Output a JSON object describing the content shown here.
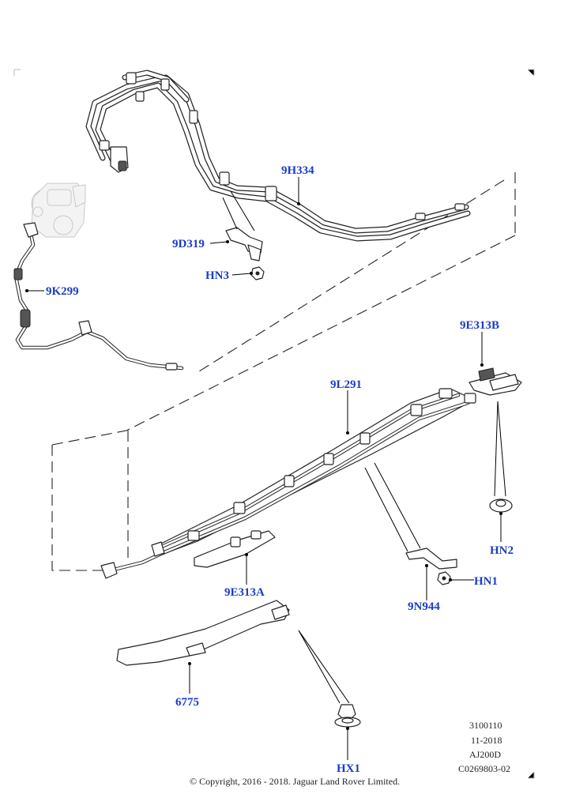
{
  "labels": {
    "p9H334": "9H334",
    "p9D319": "9D319",
    "pHN3": "HN3",
    "p9K299": "9K299",
    "p9E313B": "9E313B",
    "p9L291": "9L291",
    "pHN2": "HN2",
    "pHN1": "HN1",
    "p9N944": "9N944",
    "p9E313A": "9E313A",
    "p6775": "6775",
    "pHX1": "HX1"
  },
  "drawing_info": {
    "number": "3100110",
    "date": "11-2018",
    "model": "AJ200D",
    "ref": "C0269803-02"
  },
  "copyright": "© Copyright, 2016 - 2018. Jaguar Land Rover Limited.",
  "colors": {
    "label": "#1a3cc8",
    "line": "#222222"
  }
}
